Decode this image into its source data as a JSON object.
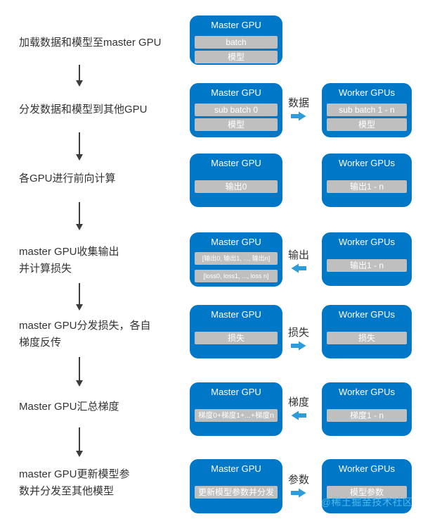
{
  "colors": {
    "gpu_box_blue": "#0177C8",
    "sub_box_gray": "#BFBFBF",
    "transfer_arrow_blue": "#2D9CDB",
    "flow_arrow_dark": "#3C3C3C",
    "label_text": "#333333",
    "watermark_blue": "#55BEEE"
  },
  "watermark": "@稀土掘金技术社区",
  "rows": [
    {
      "label": "加载数据和模型至master GPU",
      "master": {
        "title": "Master GPU",
        "subs": [
          "batch",
          "模型"
        ]
      }
    },
    {
      "label": "分发数据和模型到其他GPU",
      "transfer": {
        "label": "数据",
        "direction": "right"
      },
      "master": {
        "title": "Master GPU",
        "subs": [
          "sub batch 0",
          "模型"
        ]
      },
      "worker": {
        "title": "Worker GPUs",
        "subs": [
          "sub batch 1 - n",
          "模型"
        ]
      }
    },
    {
      "label": "各GPU进行前向计算",
      "master": {
        "title": "Master GPU",
        "subs": [
          "输出0"
        ]
      },
      "worker": {
        "title": "Worker GPUs",
        "subs": [
          "输出1 - n"
        ]
      }
    },
    {
      "label": "master GPU收集输出\n并计算损失",
      "transfer": {
        "label": "输出",
        "direction": "left"
      },
      "master": {
        "title": "Master GPU",
        "subs": [
          "[输出0, 输出1, ..., 输出n]",
          "[loss0, loss1, ..., loss n]"
        ]
      },
      "worker": {
        "title": "Worker GPUs",
        "subs": [
          "输出1 - n"
        ]
      }
    },
    {
      "label": "master GPU分发损失，各自\n梯度反传",
      "transfer": {
        "label": "损失",
        "direction": "right"
      },
      "master": {
        "title": "Master GPU",
        "subs": [
          "损失"
        ]
      },
      "worker": {
        "title": "Worker GPUs",
        "subs": [
          "损失"
        ]
      }
    },
    {
      "label": "Master GPU汇总梯度",
      "transfer": {
        "label": "梯度",
        "direction": "left"
      },
      "master": {
        "title": "Master GPU",
        "subs": [
          "梯度0+梯度1+...+梯度n"
        ]
      },
      "worker": {
        "title": "Worker GPUs",
        "subs": [
          "梯度1 - n"
        ]
      }
    },
    {
      "label": "master GPU更新模型参\n数并分发至其他模型",
      "transfer": {
        "label": "参数",
        "direction": "right"
      },
      "master": {
        "title": "Master GPU",
        "subs": [
          "更新模型参数并分发"
        ]
      },
      "worker": {
        "title": "Worker GPUs",
        "subs": [
          "模型参数"
        ]
      }
    }
  ]
}
